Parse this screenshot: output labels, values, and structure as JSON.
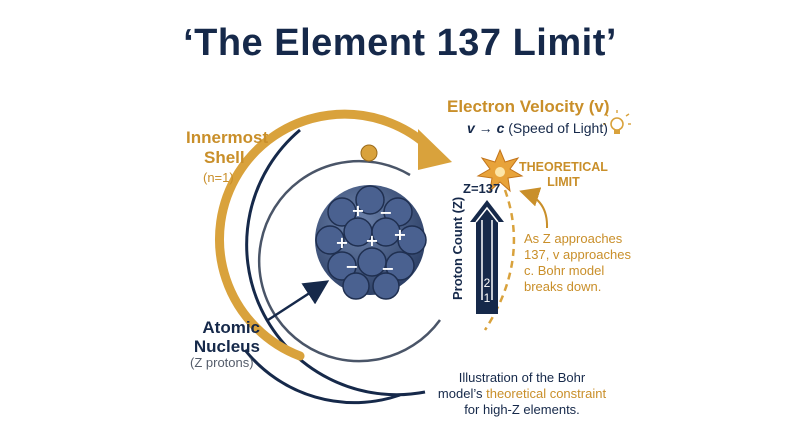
{
  "title": "‘The Element 137 Limit’",
  "shell": {
    "label_line1": "Innermost",
    "label_line2": "Shell",
    "n_label": "(n=1)"
  },
  "velocity": {
    "label": "Electron Velocity (v)",
    "sub_prefix": "v → c",
    "sub_suffix": "(Speed of Light)"
  },
  "limit": {
    "line1": "THEORETICAL",
    "line2": "LIMIT"
  },
  "z_label": "Z=137",
  "proton_axis_label": "Proton Count (Z)",
  "arrow_labels": [
    "2",
    "1"
  ],
  "note": {
    "line1": "As Z approaches",
    "line2": "137, v approaches",
    "line3": "c. Bohr model",
    "line4": "breaks down."
  },
  "nucleus": {
    "line1": "Atomic",
    "line2": "Nucleus",
    "sub": "(Z protons)"
  },
  "caption": {
    "line1": "Illustration of the Bohr",
    "line2_prefix": "model’s",
    "line2_highlight": "theoretical constraint",
    "line3": "for high-Z elements."
  },
  "colors": {
    "navy": "#16294a",
    "gold": "#c98f2a",
    "orbit_gray": "#4a5568",
    "nucleus": "#3c5078"
  },
  "icons": {
    "electron": "electron-dot",
    "burst": "star-burst-icon",
    "bulb": "light-bulb-icon",
    "plus": "plus-sign",
    "minus": "minus-sign"
  }
}
